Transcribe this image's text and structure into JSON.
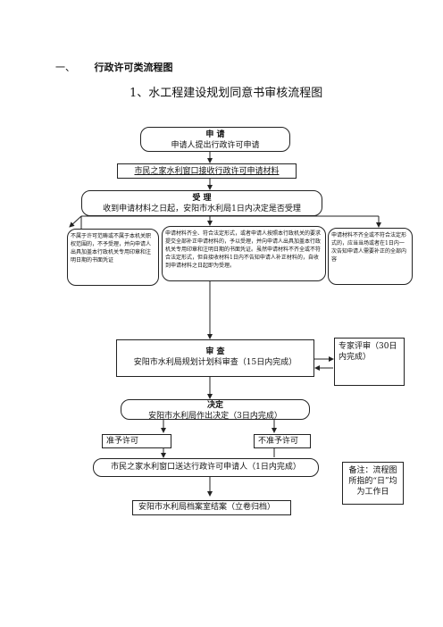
{
  "heading": {
    "number": "一、",
    "title": "行政许可类流程图"
  },
  "subtitle": "1、水工程建设规划同意书审核流程图",
  "apply": {
    "title": "申  请",
    "text": "申请人提出行政许可申请"
  },
  "receive": {
    "text": "市民之家水利窗口接收行政许可申请材料"
  },
  "accept": {
    "title": "受  理",
    "text": "收到申请材料之日起，安阳市水利局1日内决定是否受理"
  },
  "branch_left": {
    "text": "不属于许可范畴或不属于本机关职权范围的，不予受理，并向申请人出具加盖本行政机关专用印章和注明日期的书面凭证"
  },
  "branch_mid": {
    "text": "申请材料齐全、符合法定形式，或者申请人按照本行政机关的要求提交全部补正申请材料的，予以受理，并向申请人出具加盖本行政机关专用印章和注明日期的书面凭证。虽然申请材料不齐全或不符合法定形式，但自接收材料1日内不告知申请人补正材料的，自收到申请材料之日起即为受理。"
  },
  "branch_right": {
    "text": "申请材料不齐全或不符合法定形式的，应当当场或者在1日内一次告知申请人需要补正的全部内容"
  },
  "review": {
    "title": "审  查",
    "text": "安阳市水利局规划计划科审查（15日内完成）"
  },
  "expert": {
    "text": "专家评审（30日内完成）"
  },
  "decide": {
    "title": "决定",
    "text": "安阳市水利局作出决定（3日内完成）"
  },
  "approve": {
    "text": "准予许可"
  },
  "deny": {
    "text": "不准予许可"
  },
  "deliver": {
    "text": "市民之家水利窗口送达行政许可申请人（1日内完成）"
  },
  "note": {
    "text": "备注：流程图所指的“日”均为工作日"
  },
  "archive": {
    "text": "安阳市水利局档案室结案（立卷归档）"
  }
}
